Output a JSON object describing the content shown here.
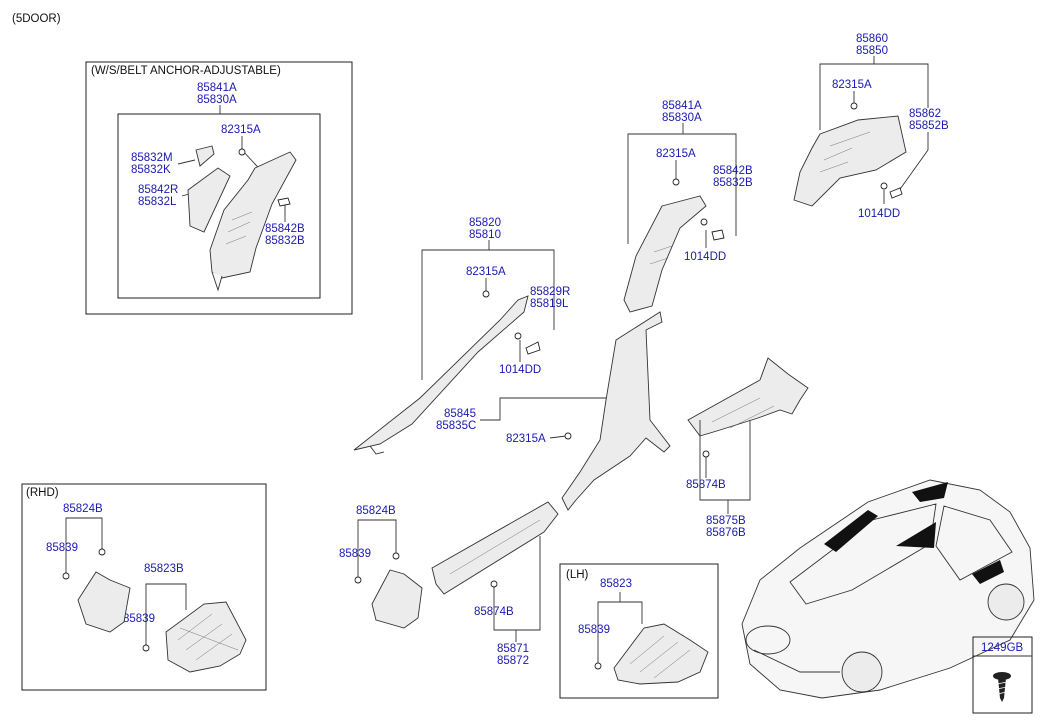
{
  "header": "(5DOOR)",
  "labels": {
    "wsbelt_title": "(W/S/BELT ANCHOR-ADJUSTABLE)",
    "wb_85841A": "85841A",
    "wb_85830A": "85830A",
    "wb_82315A": "82315A",
    "wb_85832M": "85832M",
    "wb_85832K": "85832K",
    "wb_85842R": "85842R",
    "wb_85832L": "85832L",
    "wb_85842B": "85842B",
    "wb_85832B": "85832B",
    "cp_85841A": "85841A",
    "cp_85830A": "85830A",
    "cp_82315A": "82315A",
    "cp_85842B": "85842B",
    "cp_85832B": "85832B",
    "cp_1014DD": "1014DD",
    "rq_85860": "85860",
    "rq_85850": "85850",
    "rq_82315A": "82315A",
    "rq_85862": "85862",
    "rq_85852B": "85852B",
    "rq_1014DD": "1014DD",
    "ap_85820": "85820",
    "ap_85810": "85810",
    "ap_82315A": "82315A",
    "ap_85829R": "85829R",
    "ap_85819L": "85819L",
    "ap_1014DD": "1014DD",
    "bp_85845": "85845",
    "bp_85835C": "85835C",
    "bp_82315A": "82315A",
    "rs_85874B": "85874B",
    "rs_85875B": "85875B",
    "rs_85876B": "85876B",
    "rhd_title": "(RHD)",
    "rhd_85824B": "85824B",
    "rhd_85839a": "85839",
    "rhd_85823B": "85823B",
    "rhd_85839b": "85839",
    "mid_85824B": "85824B",
    "mid_85839": "85839",
    "sc_85874B": "85874B",
    "sc_85871": "85871",
    "sc_85872": "85872",
    "lh_title": "(LH)",
    "lh_85823": "85823",
    "lh_85839": "85839",
    "screw_label": "1249GB"
  }
}
